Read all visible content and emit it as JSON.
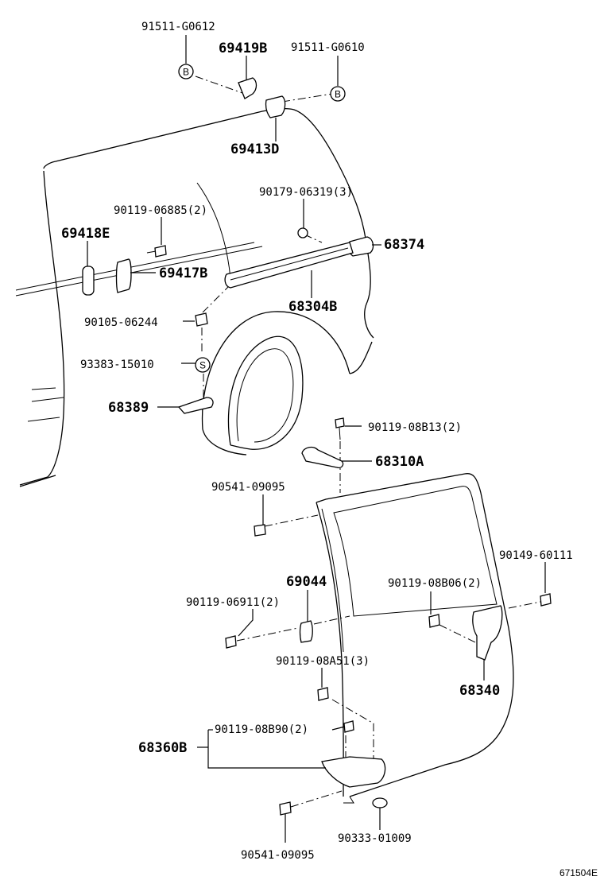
{
  "labels": {
    "p91511_g0612": "91511-G0612",
    "p69419b": "69419B",
    "p91511_g0610": "91511-G0610",
    "p69413d": "69413D",
    "p90179_06319": "90179-06319(3)",
    "p90119_06885": "90119-06885(2)",
    "p69418e": "69418E",
    "p68374": "68374",
    "p69417b": "69417B",
    "p68304b": "68304B",
    "p90105_06244": "90105-06244",
    "p93383_15010": "93383-15010",
    "p68389": "68389",
    "p90119_08b13": "90119-08B13(2)",
    "p68310a": "68310A",
    "p90541_09095_top": "90541-09095",
    "p90149_60111": "90149-60111",
    "p69044": "69044",
    "p90119_08b06": "90119-08B06(2)",
    "p90119_06911": "90119-06911(2)",
    "p68340": "68340",
    "p90119_08a51": "90119-08A51(3)",
    "p90119_08b90": "90119-08B90(2)",
    "p68360b": "68360B",
    "p90333_01009": "90333-01009",
    "p90541_09095_bottom": "90541-09095"
  },
  "markers": {
    "b_left": "B",
    "b_right": "B",
    "s": "S"
  },
  "figure_id": "671504E"
}
